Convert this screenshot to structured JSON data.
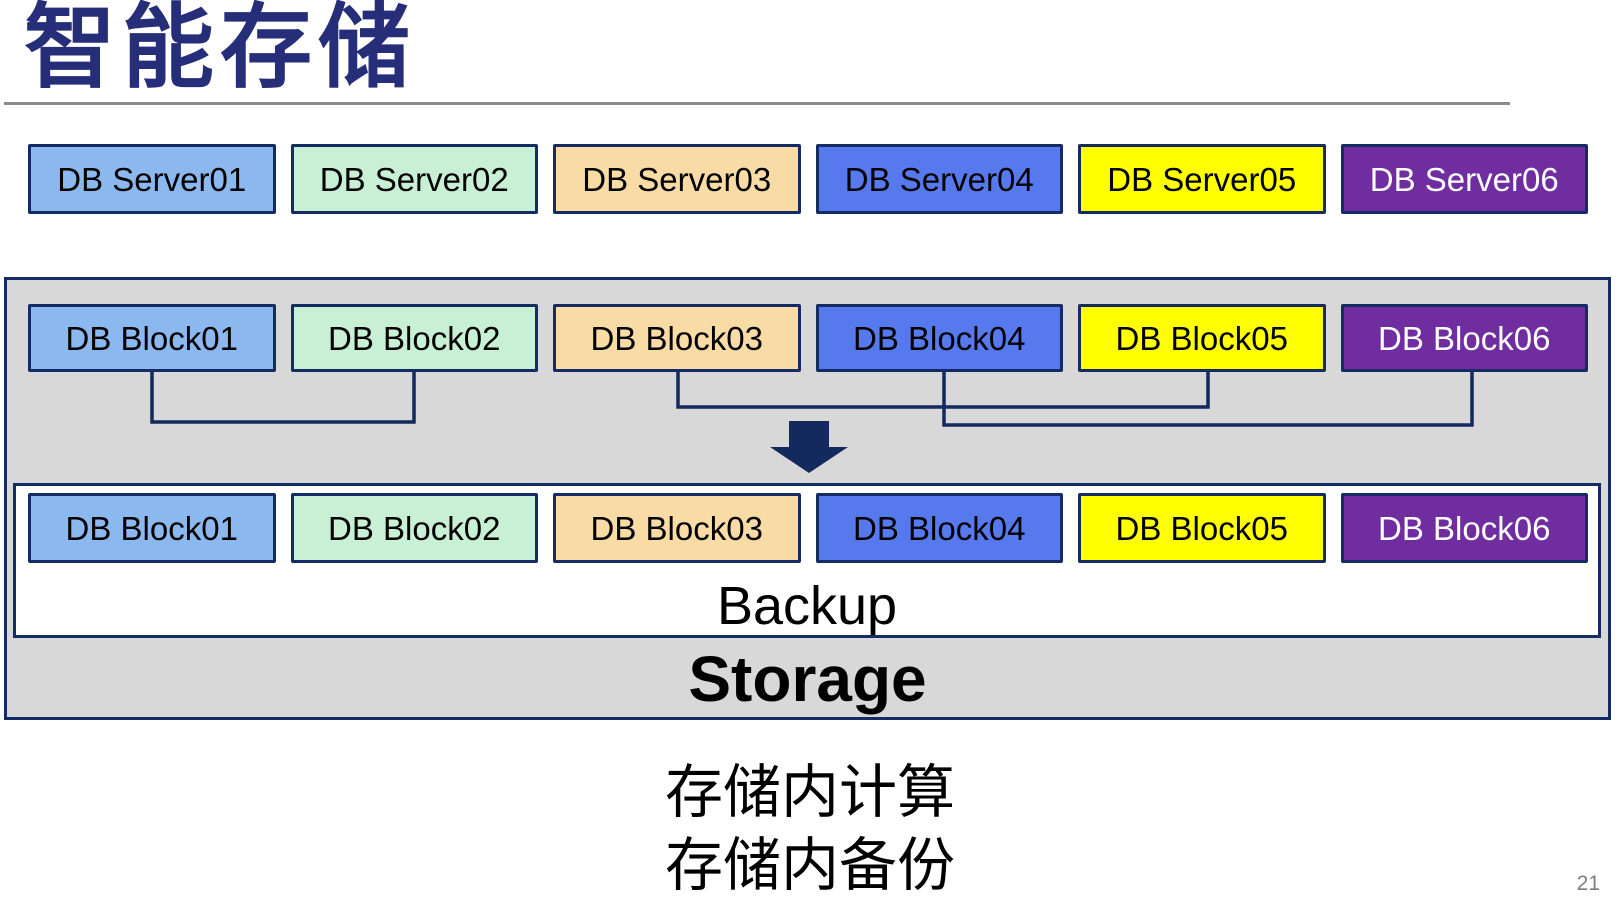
{
  "theme": {
    "navy": "#142C63",
    "line": "#14295E",
    "title": "#262D79",
    "grayFill": "#D8D8D8",
    "rule": "#8C8C8C",
    "pageNum": "#7F7F7F"
  },
  "columns": [
    {
      "fill": "#8CB8F0",
      "text": "#000000"
    },
    {
      "fill": "#C8F0D5",
      "text": "#000000"
    },
    {
      "fill": "#F8DBA5",
      "text": "#000000"
    },
    {
      "fill": "#567AEE",
      "text": "#000000"
    },
    {
      "fill": "#FFFF00",
      "text": "#000000"
    },
    {
      "fill": "#6F2DA0",
      "text": "#FFFFFF"
    }
  ],
  "title": "智能存储",
  "rows": {
    "servers": [
      "DB Server01",
      "DB Server02",
      "DB Server03",
      "DB Server04",
      "DB Server05",
      "DB Server06"
    ],
    "blocks_top": [
      "DB Block01",
      "DB Block02",
      "DB Block03",
      "DB Block04",
      "DB Block05",
      "DB Block06"
    ],
    "blocks_bottom": [
      "DB Block01",
      "DB Block02",
      "DB Block03",
      "DB Block04",
      "DB Block05",
      "DB Block06"
    ]
  },
  "storage_box": {
    "backup_label": "Backup",
    "storage_label": "Storage"
  },
  "caption": {
    "line1": "存储内计算",
    "line2": "存储内备份"
  },
  "page_number": "21"
}
